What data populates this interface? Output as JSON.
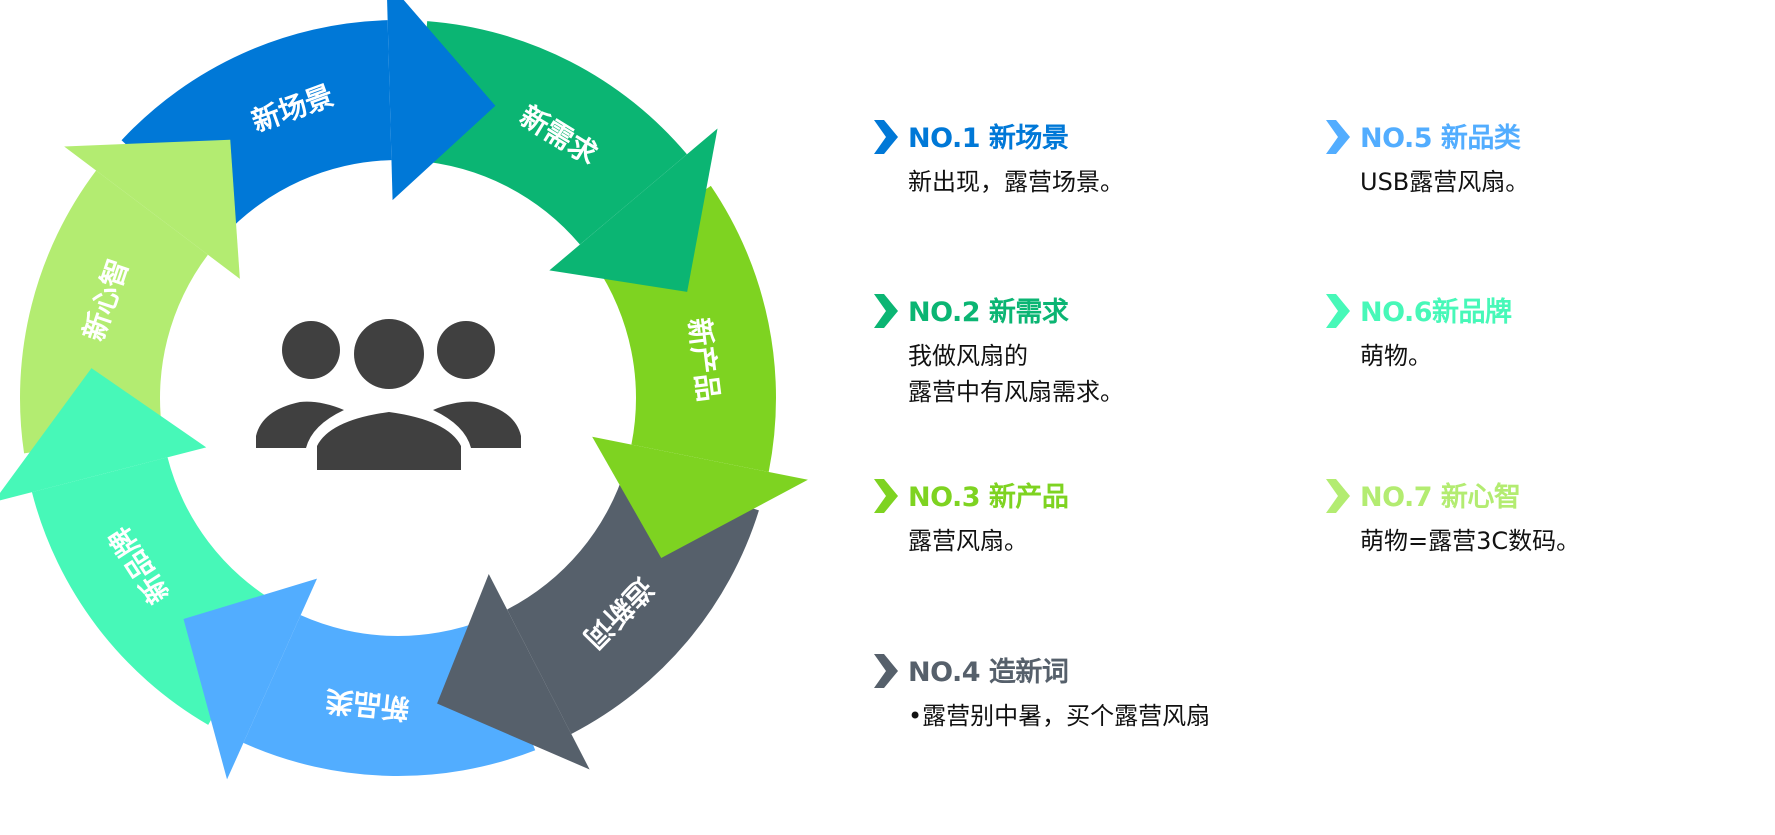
{
  "cycle": {
    "segments": [
      {
        "label": "新场景",
        "color": "#0078d7"
      },
      {
        "label": "新需求",
        "color": "#0bb573"
      },
      {
        "label": "新产品",
        "color": "#7ed321"
      },
      {
        "label": "造新词",
        "color": "#56606b"
      },
      {
        "label": "新品类",
        "color": "#52adff"
      },
      {
        "label": "新品牌",
        "color": "#47f8b8"
      },
      {
        "label": "新心智",
        "color": "#b3ec71"
      }
    ],
    "center_icon": "people-group-icon",
    "icon_color": "#404040"
  },
  "items": [
    {
      "heading": "NO.1 新场景",
      "color": "#0078d7",
      "lines": [
        "新出现，露营场景。"
      ]
    },
    {
      "heading": "NO.2 新需求",
      "color": "#0bb573",
      "lines": [
        "我做风扇的",
        "露营中有风扇需求。"
      ]
    },
    {
      "heading": "NO.3 新产品",
      "color": "#7ed321",
      "lines": [
        "露营风扇。"
      ]
    },
    {
      "heading": "NO.4 造新词",
      "color": "#56606b",
      "lines": [
        "•露营别中暑，买个露营风扇"
      ]
    },
    {
      "heading": "NO.5 新品类",
      "color": "#52adff",
      "lines": [
        "USB露营风扇。"
      ]
    },
    {
      "heading": "NO.6新品牌",
      "color": "#47f8b8",
      "lines": [
        "萌物。"
      ]
    },
    {
      "heading": "NO.7 新心智",
      "color": "#b3ec71",
      "lines": [
        "萌物=露营3C数码。"
      ]
    }
  ]
}
